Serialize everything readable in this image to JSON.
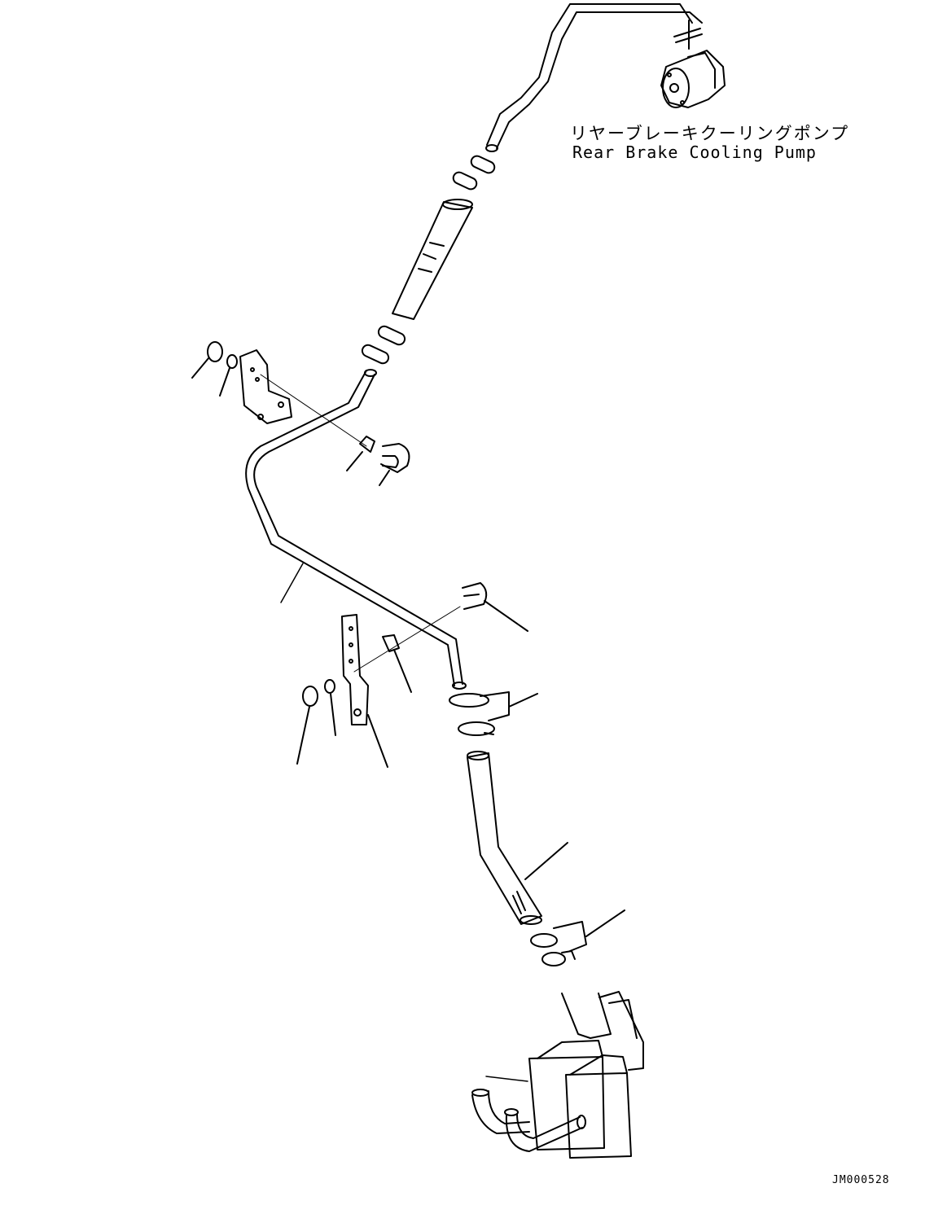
{
  "labels": {
    "pump_jp": "リヤーブレーキクーリングポンプ",
    "pump_en": "Rear Brake Cooling Pump",
    "drawing_id": "JM000528"
  },
  "style": {
    "line_color": "#000000",
    "background": "#ffffff"
  }
}
